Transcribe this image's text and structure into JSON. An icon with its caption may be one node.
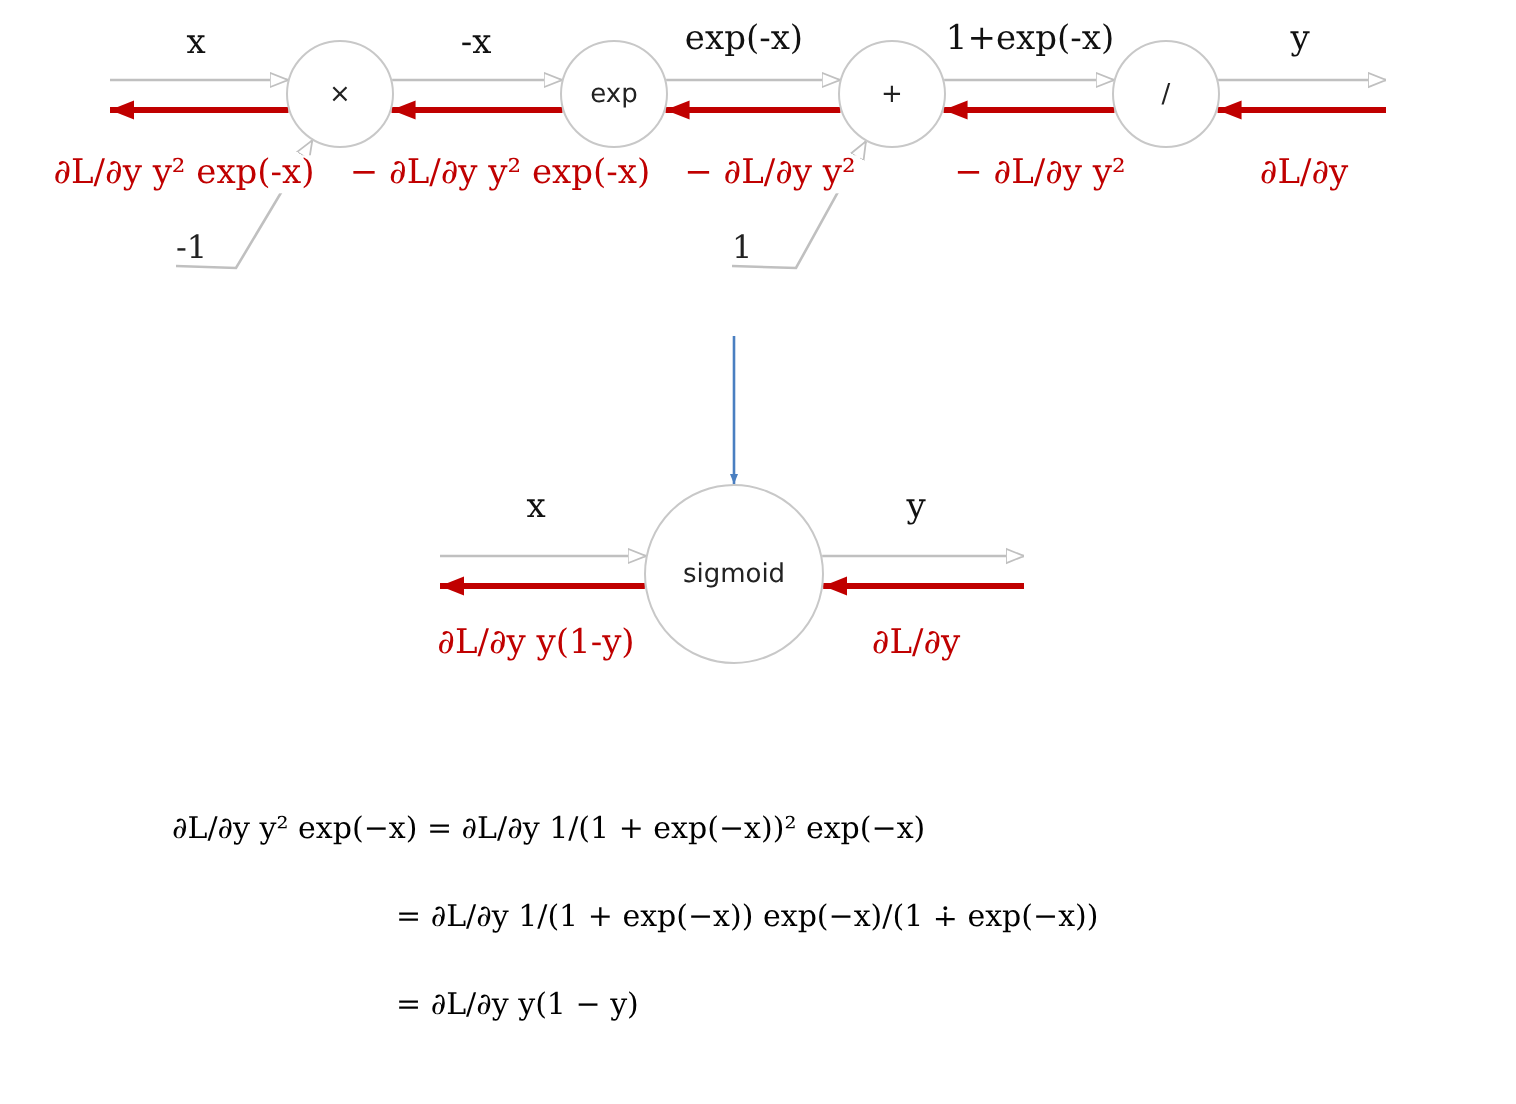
{
  "diagram": {
    "nodes": [
      {
        "text": [
          "×"
        ]
      },
      {
        "text": [
          "exp"
        ]
      },
      {
        "text": [
          "+"
        ]
      },
      {
        "text": [
          "/"
        ]
      },
      {
        "text": [
          "-1"
        ]
      },
      {
        "text": [
          "1"
        ]
      },
      {
        "text": [
          "sigmoid"
        ]
      }
    ],
    "edges": [
      {
        "from": null,
        "to": 0,
        "arrow": "to",
        "label": "x",
        "color": "#c0c0c0"
      },
      {
        "from": 0,
        "to": 1,
        "arrow": "to",
        "label": "-x",
        "color": "#c0c0c0"
      },
      {
        "from": 1,
        "to": 2,
        "arrow": "to",
        "label": "exp(-x)",
        "color": "#c0c0c0"
      },
      {
        "from": 2,
        "to": 3,
        "arrow": "to",
        "label": "1+exp(-x)",
        "color": "#c0c0c0"
      },
      {
        "from": 3,
        "to": null,
        "arrow": "to",
        "label": "y",
        "color": "#c0c0c0"
      },
      {
        "from": 4,
        "to": 0,
        "arrow": "to",
        "color": "#c0c0c0"
      },
      {
        "from": 5,
        "to": 2,
        "arrow": "to",
        "color": "#c0c0c0"
      },
      {
        "from": null,
        "to": 3,
        "arrow": "to",
        "label": "∂L/∂y",
        "style": "thick",
        "color": "#c00000"
      },
      {
        "from": 3,
        "to": 2,
        "arrow": "to",
        "label": "− ∂L/∂y y²",
        "style": "thick",
        "color": "#c00000"
      },
      {
        "from": 2,
        "to": 1,
        "arrow": "to",
        "label": "− ∂L/∂y y²",
        "style": "thick",
        "color": "#c00000"
      },
      {
        "from": 1,
        "to": 0,
        "arrow": "to",
        "label": "− ∂L/∂y y² exp(-x)",
        "style": "thick",
        "color": "#c00000"
      },
      {
        "from": 0,
        "to": null,
        "arrow": "to",
        "label": "∂L/∂y y² exp(-x)",
        "style": "thick",
        "color": "#c00000"
      },
      {
        "from": null,
        "to": 6,
        "arrow": "to",
        "color": "#4a7fc1"
      },
      {
        "from": null,
        "to": 6,
        "arrow": "to",
        "label": "x",
        "color": "#c0c0c0"
      },
      {
        "from": 6,
        "to": null,
        "arrow": "to",
        "label": "y",
        "color": "#c0c0c0"
      },
      {
        "from": null,
        "to": 6,
        "arrow": "to",
        "label": "∂L/∂y",
        "style": "thick",
        "color": "#c00000"
      },
      {
        "from": 6,
        "to": null,
        "arrow": "to",
        "label": "∂L/∂y y(1-y)",
        "style": "thick",
        "color": "#c00000"
      }
    ],
    "labels": [
      "∂L/∂y y² exp(−x) = ∂L/∂y 1/(1 + exp(−x))² exp(−x)",
      "= ∂L/∂y 1/(1 + exp(−x)) exp(−x)/(1 ∔ exp(−x))",
      "= ∂L/∂y y(1 − y)"
    ]
  }
}
